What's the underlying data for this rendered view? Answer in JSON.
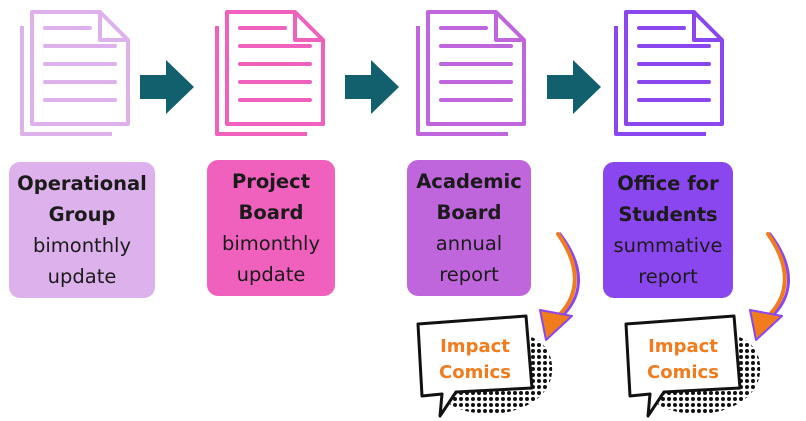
{
  "colors": {
    "stage1": "#ddb2ec",
    "stage2": "#f061be",
    "stage3": "#c066dd",
    "stage4": "#8b47ef",
    "arrow": "#125f6e",
    "curve_arrow": "#f07c1d",
    "comic_text": "#f07c1d"
  },
  "stages": [
    {
      "title_lines": [
        "Operational",
        "Group"
      ],
      "desc_lines": [
        "bimonthly",
        "update"
      ]
    },
    {
      "title_lines": [
        "Project",
        "Board"
      ],
      "desc_lines": [
        "bimonthly",
        "update"
      ]
    },
    {
      "title_lines": [
        "Academic",
        "Board"
      ],
      "desc_lines": [
        "annual",
        "report"
      ]
    },
    {
      "title_lines": [
        "Office for",
        "Students"
      ],
      "desc_lines": [
        "summative",
        "report"
      ]
    }
  ],
  "comics": [
    {
      "lines": [
        "Impact",
        "Comics"
      ]
    },
    {
      "lines": [
        "Impact",
        "Comics"
      ]
    }
  ]
}
